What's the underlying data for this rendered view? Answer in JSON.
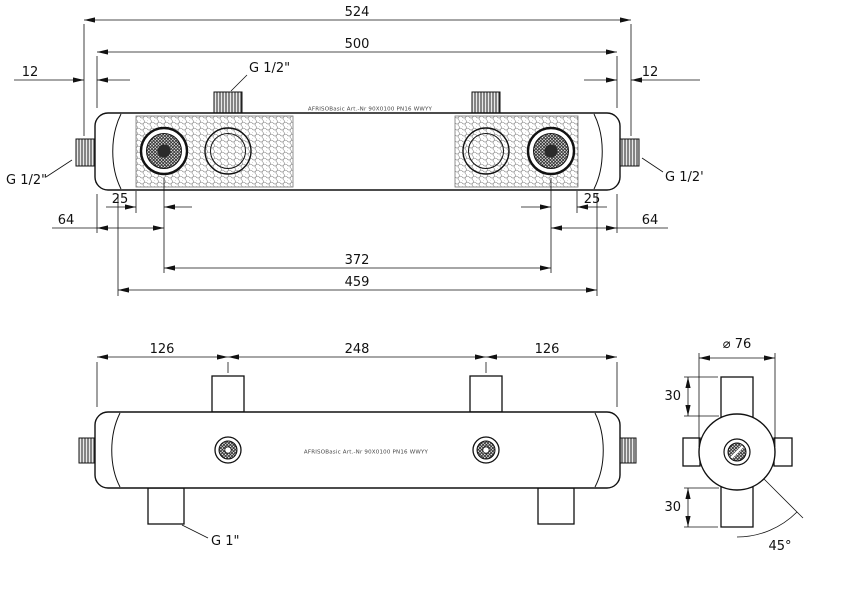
{
  "drawing": {
    "views": {
      "front": {
        "dim_524": "524",
        "dim_500": "500",
        "dim_12_left": "12",
        "dim_12_right": "12",
        "label_g12_top": "G 1/2\"",
        "label_g12_left": "G 1/2\"",
        "label_g12_right": "G 1/2'",
        "dim_25_left": "25",
        "dim_25_right": "25",
        "dim_64_left": "64",
        "dim_64_right": "64",
        "dim_372": "372",
        "dim_459": "459",
        "body_label": "AFRISOBasic Art.-Nr 90X0100 PN16 WWYY"
      },
      "bottom": {
        "dim_126_left": "126",
        "dim_248": "248",
        "dim_126_right": "126",
        "label_g1": "G 1\"",
        "body_label": "AFRISOBasic Art.-Nr 90X0100 PN16 WWYY"
      },
      "side": {
        "dim_diameter": "⌀ 76",
        "dim_30_top": "30",
        "dim_30_bottom": "30",
        "dim_angle": "45°"
      }
    }
  }
}
